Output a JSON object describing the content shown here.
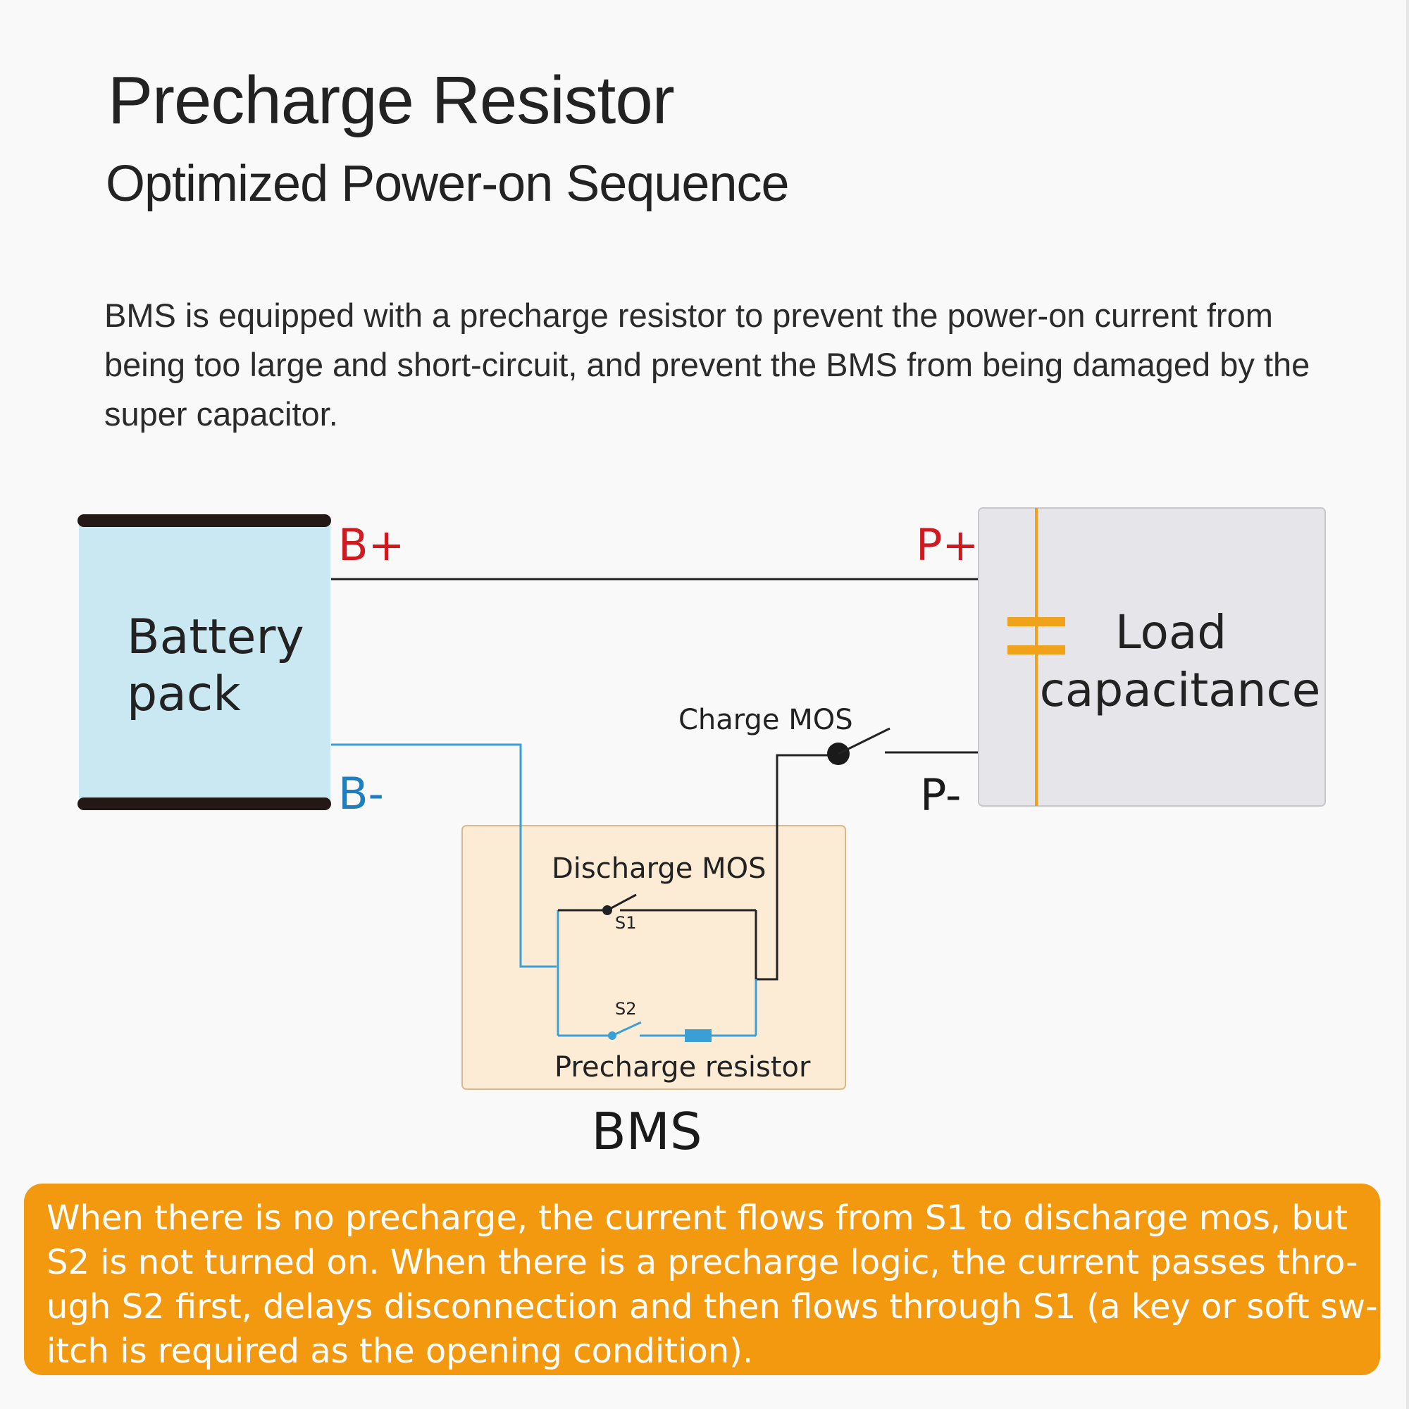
{
  "header": {
    "title": "Precharge Resistor",
    "subtitle": "Optimized Power-on Sequence"
  },
  "intro": {
    "text": "BMS is equipped with a precharge resistor to prevent the power-on current from being too large and short-circuit, and prevent the BMS from being damaged by the super capacitor."
  },
  "diagram": {
    "battery_label_line1": "Battery",
    "battery_label_line2": "pack",
    "b_plus": "B+",
    "b_minus": "B-",
    "p_plus": "P+",
    "p_minus": "P-",
    "load_label_line1": "Load",
    "load_label_line2": "capacitance",
    "charge_mos": "Charge MOS",
    "discharge_mos": "Discharge MOS",
    "s1": "S1",
    "s2": "S2",
    "precharge_resistor": "Precharge resistor",
    "bms": "BMS",
    "colors": {
      "battery_fill": "#c9e8f2",
      "load_fill": "#e6e5ea",
      "bms_fill": "#fdecd5",
      "positive_red": "#d11a20",
      "negative_blue": "#1d7fc1",
      "wire_blue": "#3a9fd4",
      "capacitor_orange": "#f0a21b"
    }
  },
  "note": {
    "line1": "When there is no precharge, the current flows from S1 to discharge mos, but",
    "line2": "S2 is not turned on. When there is a precharge logic, the current passes thro-",
    "line3": "ugh S2 first, delays disconnection and then flows through S1 (a key or soft sw-",
    "line4": "itch is required as the opening condition)."
  }
}
